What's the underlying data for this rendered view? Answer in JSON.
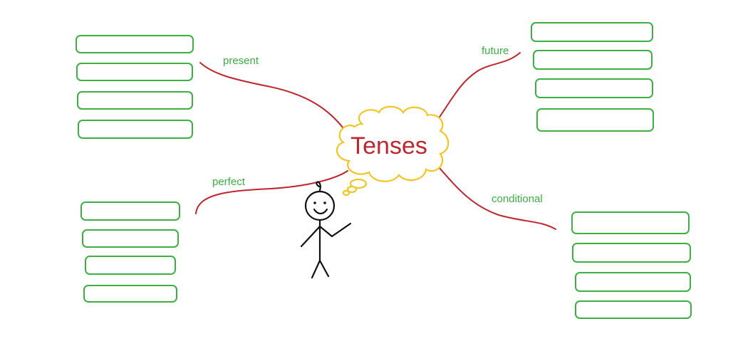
{
  "center": {
    "label": "Tenses"
  },
  "branches": {
    "present": {
      "label": "present",
      "box_count": 4
    },
    "future": {
      "label": "future",
      "box_count": 4
    },
    "perfect": {
      "label": "perfect",
      "box_count": 4
    },
    "conditional": {
      "label": "conditional",
      "box_count": 4
    }
  },
  "colors": {
    "box_outline": "#3cb043",
    "branch_line": "#c0262d",
    "label_text": "#3cb043",
    "center_text": "#c0262d",
    "cloud_outline": "#f2c524",
    "figure": "#111111"
  }
}
